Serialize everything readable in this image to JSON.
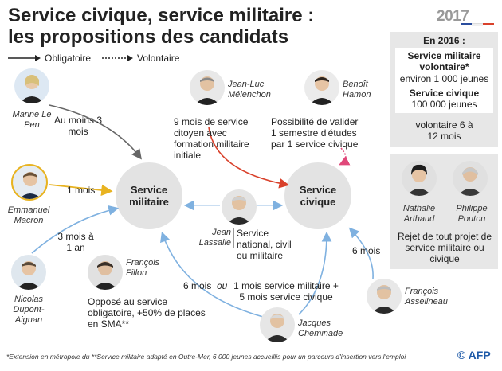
{
  "title": {
    "line1": "Service civique, service militaire :",
    "line2": "les propositions des candidats"
  },
  "brand": {
    "year": "2017"
  },
  "legend": {
    "mandatory": "Obligatoire",
    "voluntary": "Volontaire"
  },
  "hubs": {
    "military": "Service militaire",
    "civic": "Service civique"
  },
  "info_2016": {
    "heading": "En 2016 :",
    "military_title": "Service militaire volontaire*",
    "military_value": "environ 1 000 jeunes",
    "civic_title": "Service civique",
    "civic_value": "100 000 jeunes",
    "civic_note": "volontaire 6 à 12 mois"
  },
  "candidates": {
    "lepen": {
      "name": "Marine Le Pen",
      "proposal": "Au moins 3 mois"
    },
    "macron": {
      "name": "Emmanuel Macron",
      "proposal": "1 mois"
    },
    "dupont": {
      "name": "Nicolas Dupont-Aignan",
      "proposal": "3 mois à 1 an"
    },
    "fillon": {
      "name": "François Fillon",
      "proposal": "Opposé au service obligatoire, +50% de places en SMA**"
    },
    "melenchon": {
      "name": "Jean-Luc Mélenchon",
      "proposal": "9 mois de service citoyen avec formation militaire initiale"
    },
    "hamon": {
      "name": "Benoît Hamon",
      "proposal": "Possibilité de valider 1 semestre d'études par 1 service civique"
    },
    "lassalle": {
      "name": "Jean Lassalle",
      "proposal": "Service national, civil ou militaire"
    },
    "cheminade": {
      "name": "Jacques Cheminade",
      "proposal_military": "6 mois",
      "or": "ou",
      "proposal": "1 mois service militaire + 5 mois service civique"
    },
    "asselineau": {
      "name": "François Asselineau",
      "proposal": "6 mois"
    },
    "arthaud": {
      "name": "Nathalie Arthaud"
    },
    "poutou": {
      "name": "Philippe Poutou"
    },
    "left_group": {
      "proposal": "Rejet de tout projet de service militaire ou civique"
    }
  },
  "footnote": "*Extension en métropole du **Service militaire adapté en Outre-Mer, 6 000 jeunes accueillis pour un parcours d'insertion vers l'emploi",
  "credit": "© AFP",
  "colors": {
    "mandatory": "#333333",
    "voluntary": "#555555",
    "pink": "#e0487a",
    "red": "#d9412b",
    "yellow": "#e8b321",
    "blue": "#9ec4e8"
  }
}
